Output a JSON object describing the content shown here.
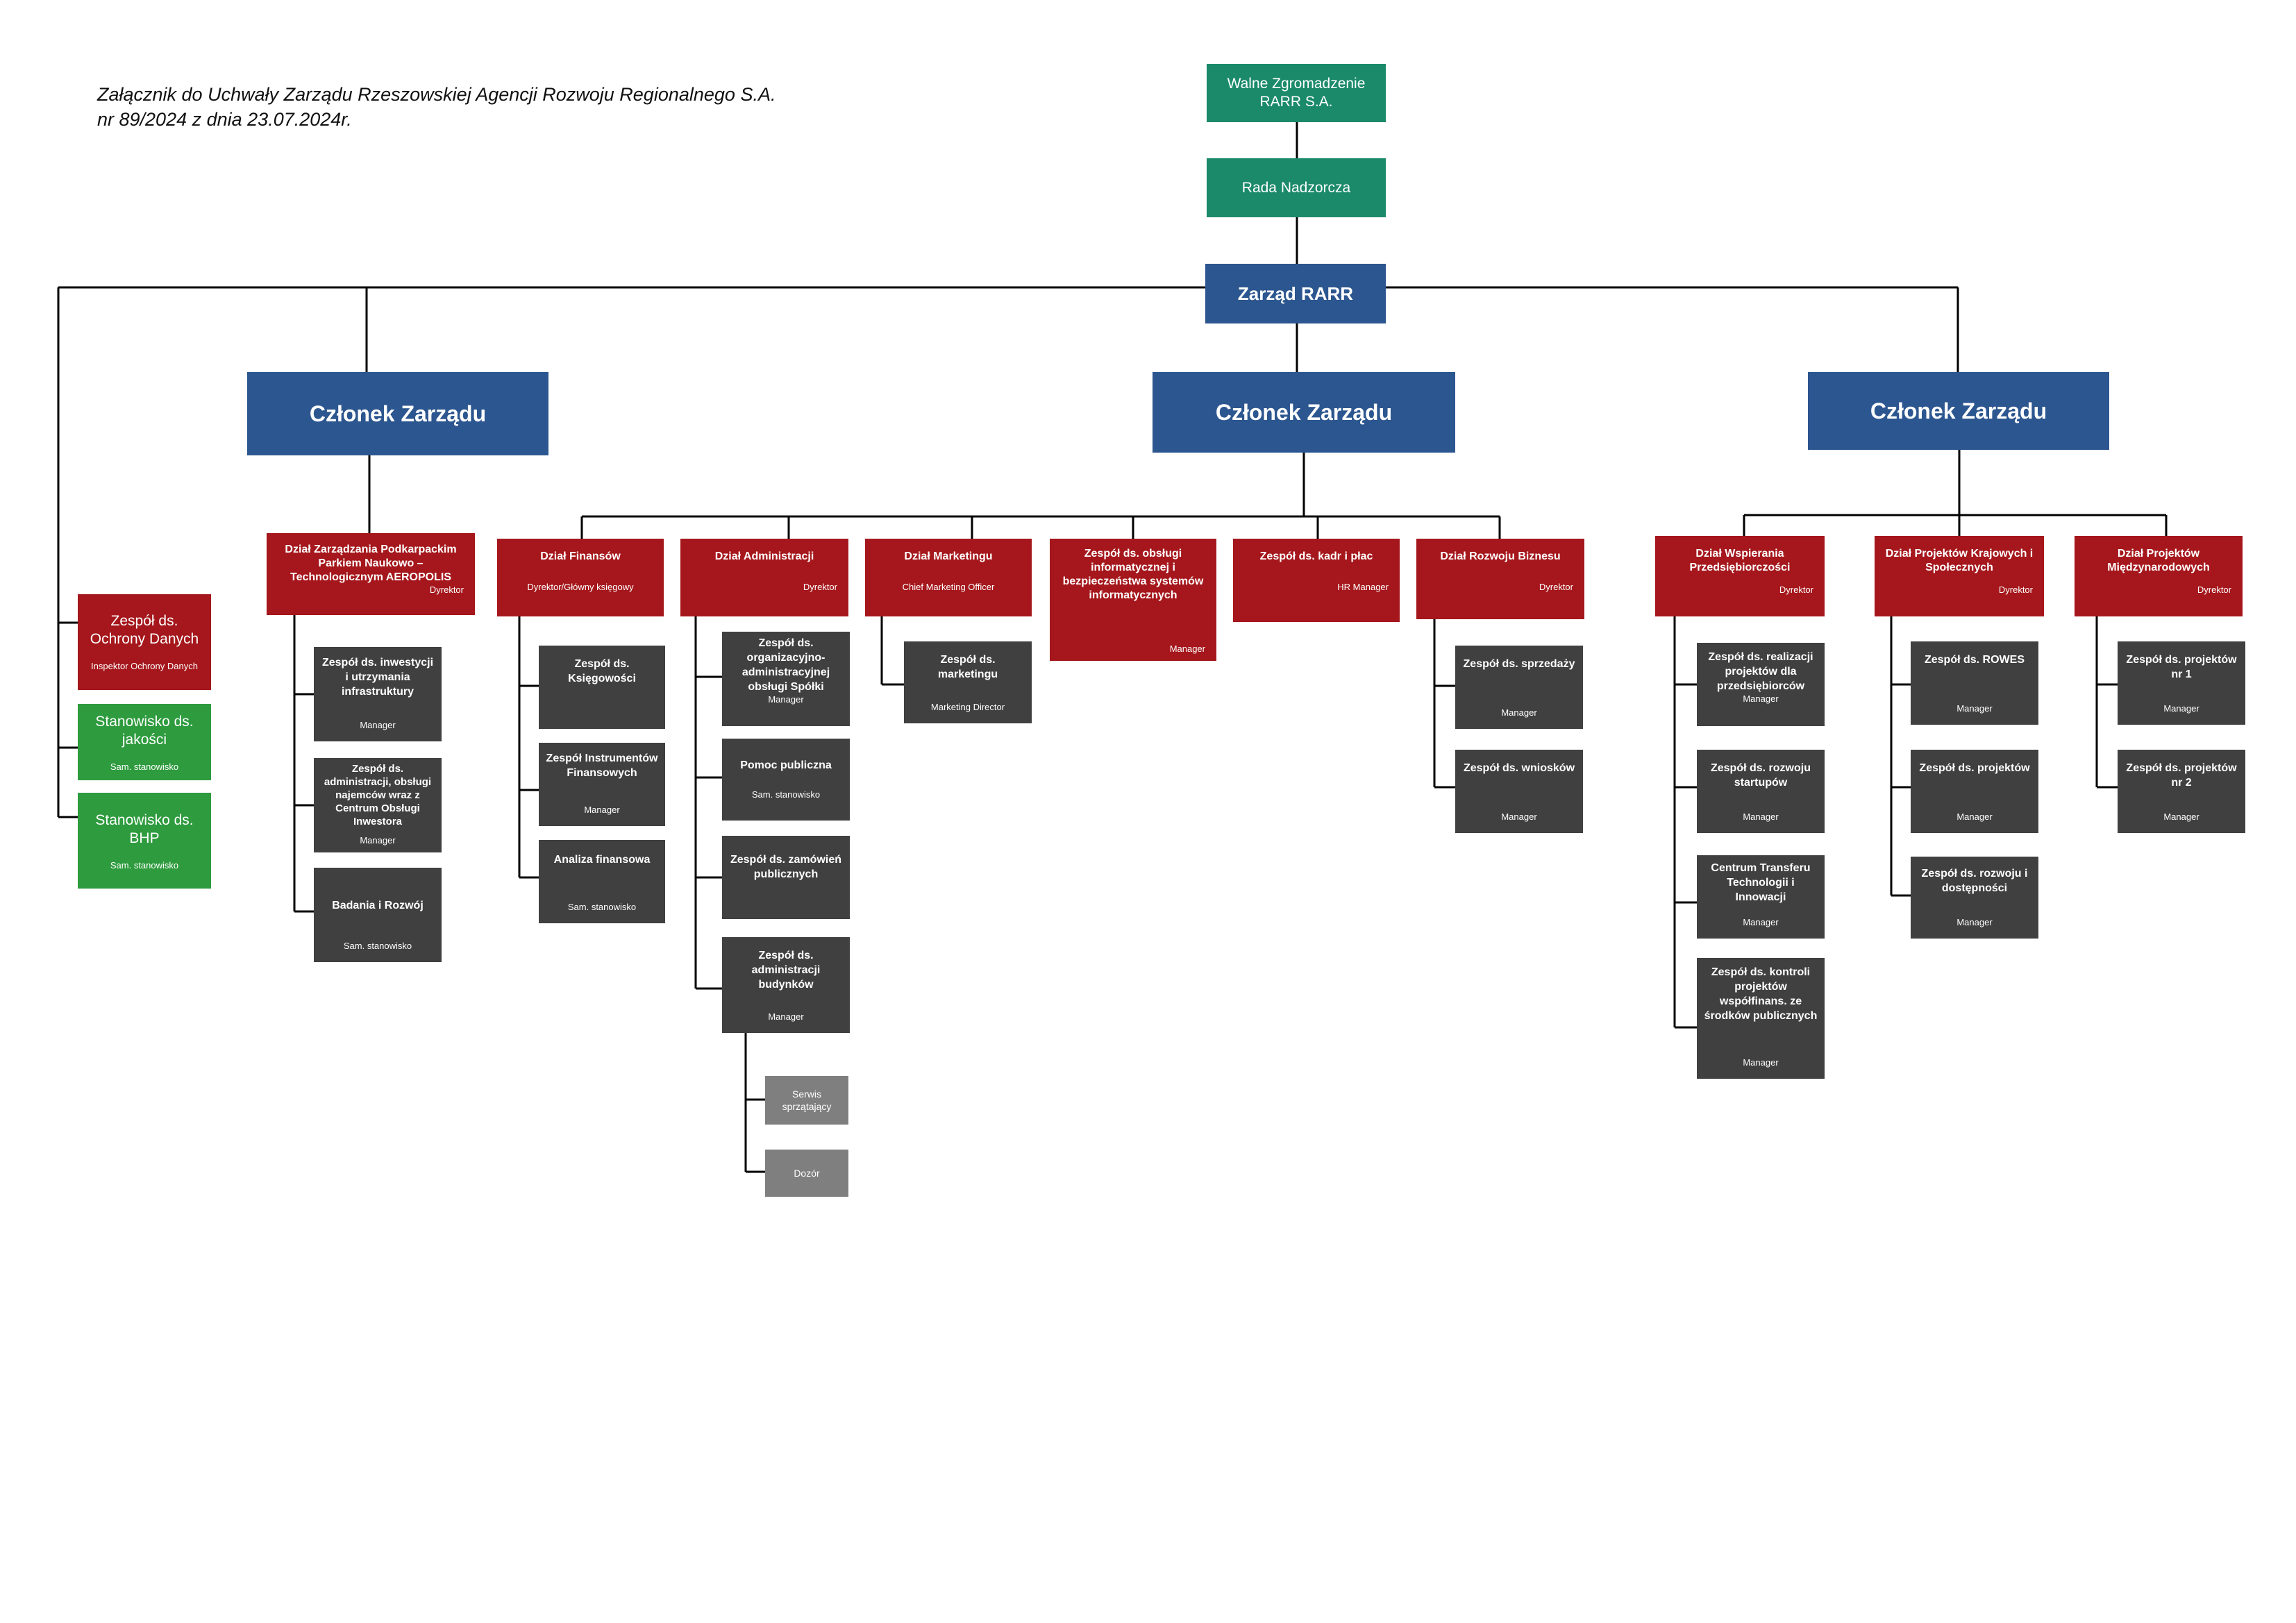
{
  "note": {
    "line1": "Załącznik do Uchwały Zarządu Rzeszowskiej Agencji Rozwoju Regionalnego S.A.",
    "line2": "nr 89/2024 z dnia 23.07.2024r."
  },
  "top": {
    "walne": "Walne Zgromadzenie RARR S.A.",
    "rada": "Rada Nadzorcza",
    "zarzad": "Zarząd RARR"
  },
  "members": {
    "left": "Członek Zarządu",
    "center": "Członek Zarządu",
    "right": "Członek Zarządu"
  },
  "side": {
    "ochrona": {
      "title": "Zespół ds. Ochrony Danych",
      "role": "Inspektor Ochrony Danych"
    },
    "jakosc": {
      "title": "Stanowisko ds. jakości",
      "role": "Sam. stanowisko"
    },
    "bhp": {
      "title": "Stanowisko ds. BHP",
      "role": "Sam. stanowisko"
    }
  },
  "depts": {
    "aeropolis": {
      "title": "Dział Zarządzania Podkarpackim Parkiem Naukowo – Technologicznym AEROPOLIS",
      "role": "Dyrektor"
    },
    "finanse": {
      "title": "Dział Finansów",
      "role": "Dyrektor/Główny księgowy"
    },
    "admin": {
      "title": "Dział Administracji",
      "role": "Dyrektor"
    },
    "marketing": {
      "title": "Dział Marketingu",
      "role": "Chief Marketing Officer"
    },
    "it": {
      "title": "Zespół ds. obsługi informatycznej i bezpieczeństwa systemów informatycznych",
      "role": "Manager"
    },
    "kadry": {
      "title": "Zespół ds. kadr i płac",
      "role": "HR Manager"
    },
    "rozwoj": {
      "title": "Dział Rozwoju Biznesu",
      "role": "Dyrektor"
    },
    "wspieranie": {
      "title": "Dział Wspierania Przedsiębiorczości",
      "role": "Dyrektor"
    },
    "krajowe": {
      "title": "Dział Projektów Krajowych i Społecznych",
      "role": "Dyrektor"
    },
    "miedzy": {
      "title": "Dział Projektów Międzynarodowych",
      "role": "Dyrektor"
    }
  },
  "teams": {
    "a1": {
      "title": "Zespół ds. inwestycji i utrzymania infrastruktury",
      "role": "Manager"
    },
    "a2": {
      "title": "Zespół ds. administracji, obsługi najemców wraz z Centrum Obsługi Inwestora",
      "role": "Manager"
    },
    "a3": {
      "title": "Badania i Rozwój",
      "role": "Sam. stanowisko"
    },
    "f1": {
      "title": "Zespół ds. Księgowości",
      "role": ""
    },
    "f2": {
      "title": "Zespół Instrumentów Finansowych",
      "role": "Manager"
    },
    "f3": {
      "title": "Analiza finansowa",
      "role": "Sam. stanowisko"
    },
    "d1": {
      "title": "Zespół ds. organizacyjno-administracyjnej obsługi Spółki",
      "role": "Manager"
    },
    "d2": {
      "title": "Pomoc publiczna",
      "role": "Sam. stanowisko"
    },
    "d3": {
      "title": "Zespół ds. zamówień publicznych",
      "role": ""
    },
    "d4": {
      "title": "Zespół ds. administracji budynków",
      "role": "Manager"
    },
    "g1": "Serwis sprzątający",
    "g2": "Dozór",
    "m1": {
      "title": "Zespół ds. marketingu",
      "role": "Marketing Director"
    },
    "r1": {
      "title": "Zespół ds. sprzedaży",
      "role": "Manager"
    },
    "r2": {
      "title": "Zespół ds. wniosków",
      "role": "Manager"
    },
    "w1": {
      "title": "Zespół ds. realizacji projektów dla przedsiębiorców",
      "role": "Manager"
    },
    "w2": {
      "title": "Zespół ds. rozwoju startupów",
      "role": "Manager"
    },
    "w3": {
      "title": "Centrum Transferu Technologii i Innowacji",
      "role": "Manager"
    },
    "w4": {
      "title": "Zespół ds. kontroli projektów współfinans. ze środków publicznych",
      "role": "Manager"
    },
    "k1": {
      "title": "Zespół ds. ROWES",
      "role": "Manager"
    },
    "k2": {
      "title": "Zespół ds. projektów",
      "role": "Manager"
    },
    "k3": {
      "title": "Zespół ds. rozwoju i dostępności",
      "role": "Manager"
    },
    "p1": {
      "title": "Zespół ds. projektów nr 1",
      "role": "Manager"
    },
    "p2": {
      "title": "Zespół ds. projektów nr 2",
      "role": "Manager"
    }
  }
}
